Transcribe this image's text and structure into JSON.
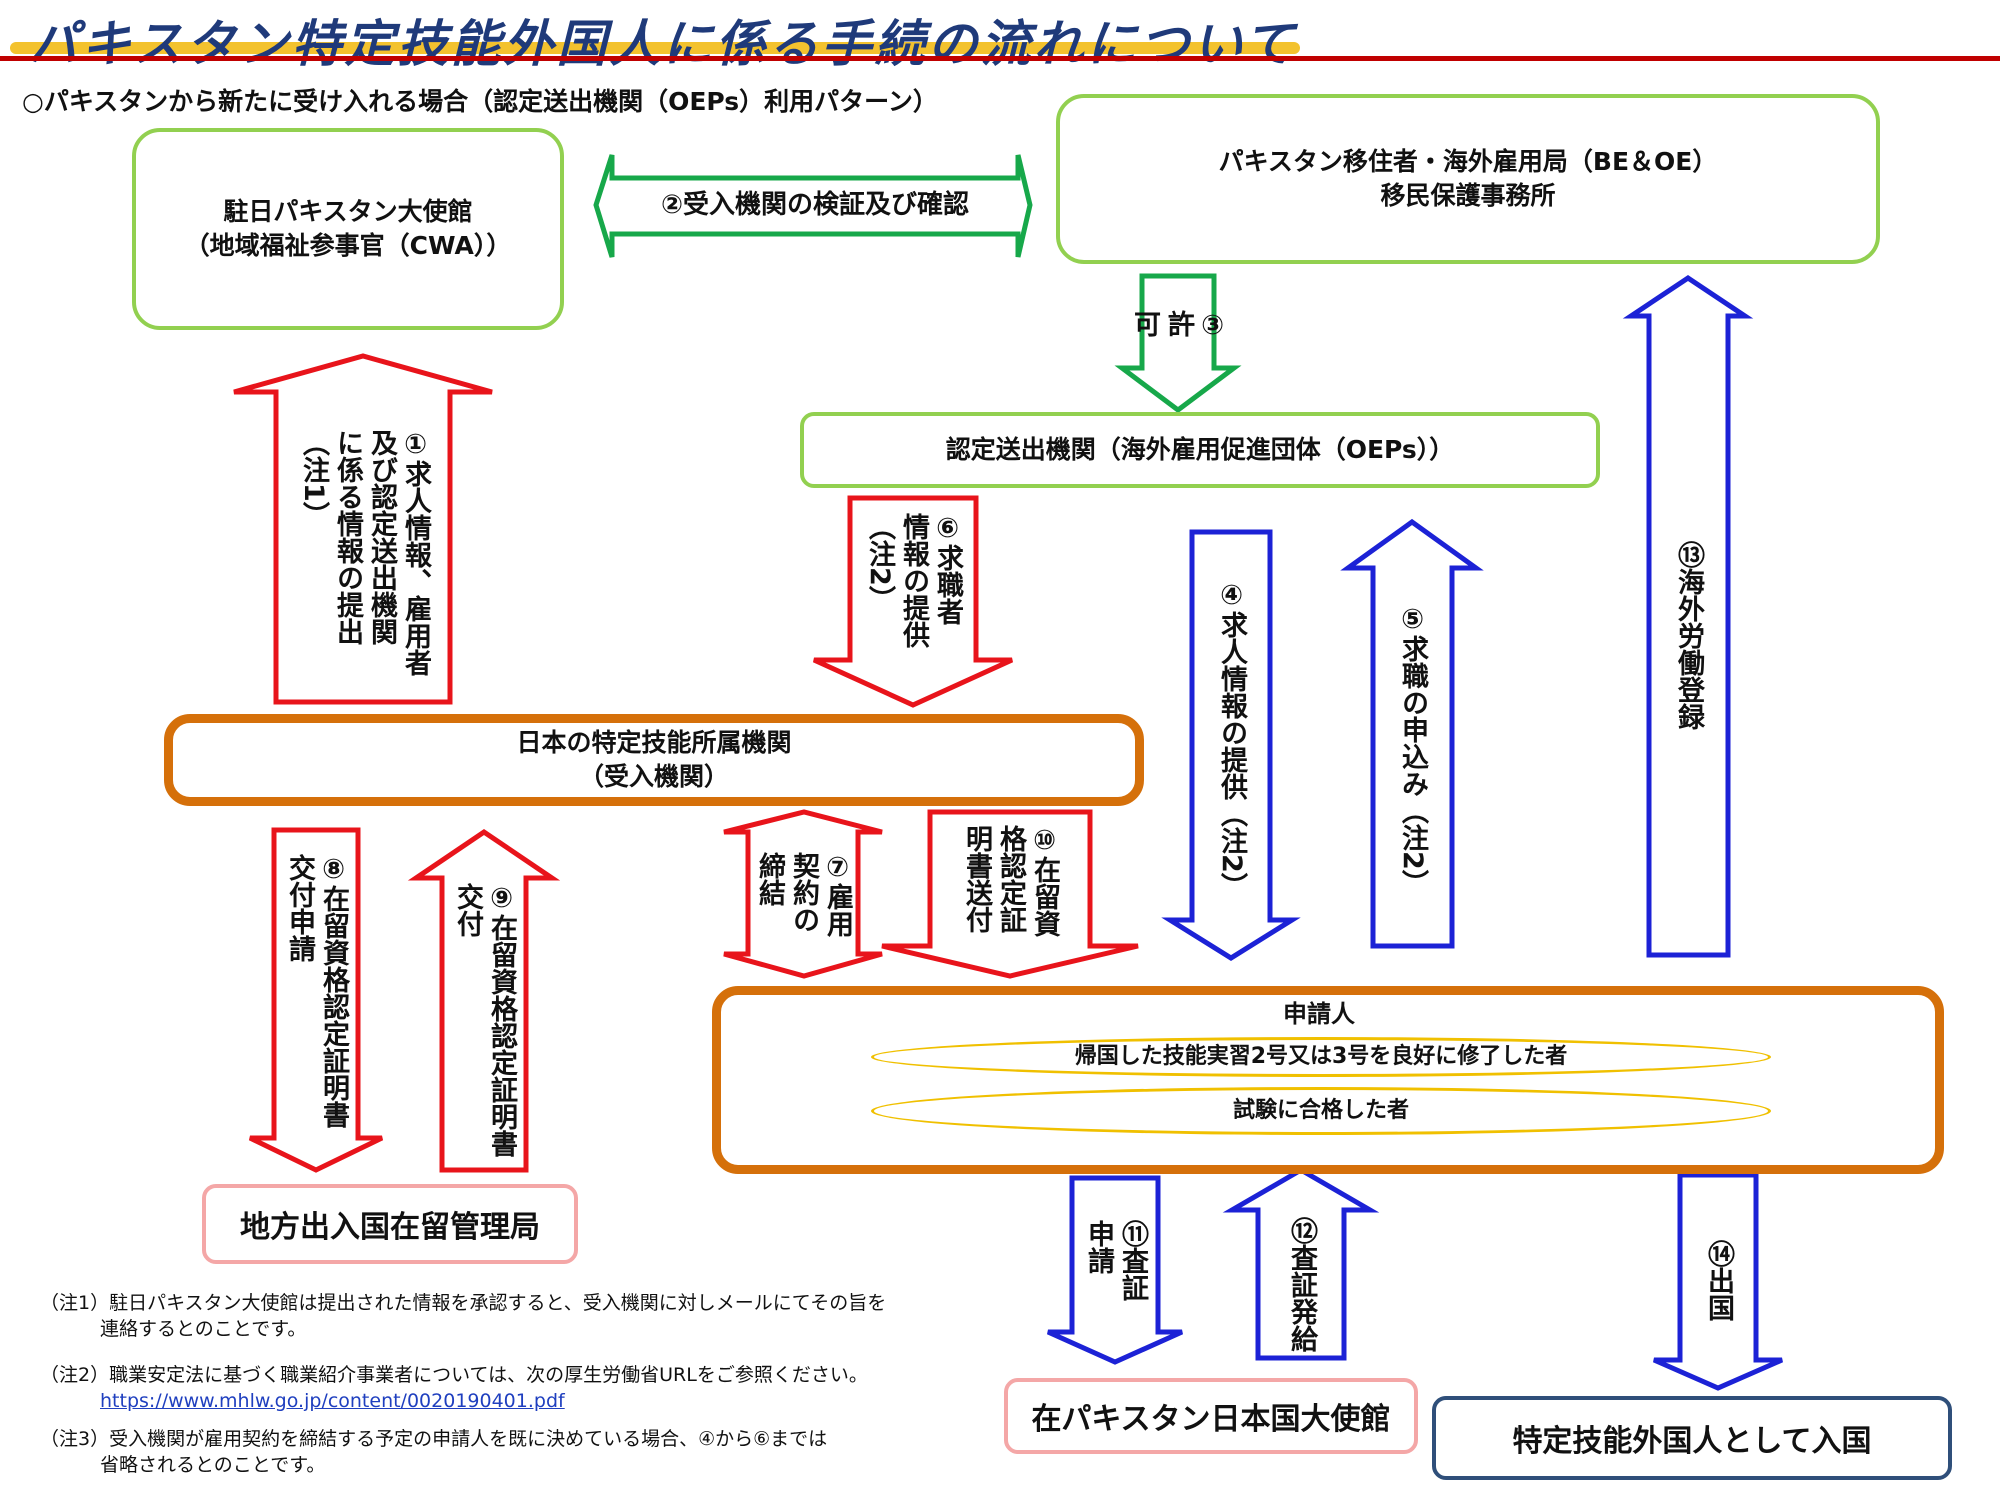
{
  "title": "パキスタン特定技能外国人に係る手続の流れについて",
  "subtitle": "○パキスタンから新たに受け入れる場合（認定送出機関（OEPs）利用パターン）",
  "nodes": {
    "embassy_pk": [
      "駐日パキスタン大使館",
      "（地域福祉参事官（CWA））"
    ],
    "beoe": [
      "パキスタン移住者・海外雇用局（BE＆OE）",
      "移民保護事務所"
    ],
    "oeps": "認定送出機関（海外雇用促進団体（OEPs））",
    "receiving": [
      "日本の特定技能所属機関",
      "（受入機関）"
    ],
    "applicant": {
      "title": "申請人",
      "item1": "帰国した技能実習2号又は3号を良好に修了した者",
      "item2": "試験に合格した者"
    },
    "immigration": "地方出入国在留管理局",
    "embassy_jp": "在パキスタン日本国大使館",
    "entry": "特定技能外国人として入国"
  },
  "steps": {
    "s1": "①求人情報、雇用者\n及び認定送出機関\nに係る情報の提出\n（注1）",
    "s2": "②受入機関の検証及び確認",
    "s3": "③\n許\n可",
    "s4": "④求人情報の提供（注2）",
    "s5": "⑤求職の申込み（注2）",
    "s6": "⑥求職者\n情報の提供\n（注2）",
    "s7": "⑦雇用\n契約の\n締結",
    "s8": "⑧在留資格認定証明書\n交付申請",
    "s9": "⑨在留資格認定証明書\n交付",
    "s10": "⑩在留資\n格認定証\n明書送付",
    "s11": "⑪査証\n申請",
    "s12": "⑫査証発給",
    "s13": "⑬海外労働登録",
    "s14": "⑭出国"
  },
  "notes": {
    "n1_line1": "（注1）駐日パキスタン大使館は提出された情報を承認すると、受入機関に対しメールにてその旨を",
    "n1_line2": "連絡するとのことです。",
    "n2_line1": "（注2）職業安定法に基づく職業紹介事業者については、次の厚生労働省URLをご参照ください。",
    "n2_url": "https://www.mhlw.go.jp/content/0020190401.pdf",
    "n3_line1": "（注3）受入機関が雇用契約を締結する予定の申請人を既に決めている場合、④から⑥までは",
    "n3_line2": "省略されるとのことです。"
  },
  "colors": {
    "red": "#e8141b",
    "blue": "#1c22d6",
    "green": "#17a84a",
    "green_box": "#92d050",
    "orange": "#d5700a"
  }
}
